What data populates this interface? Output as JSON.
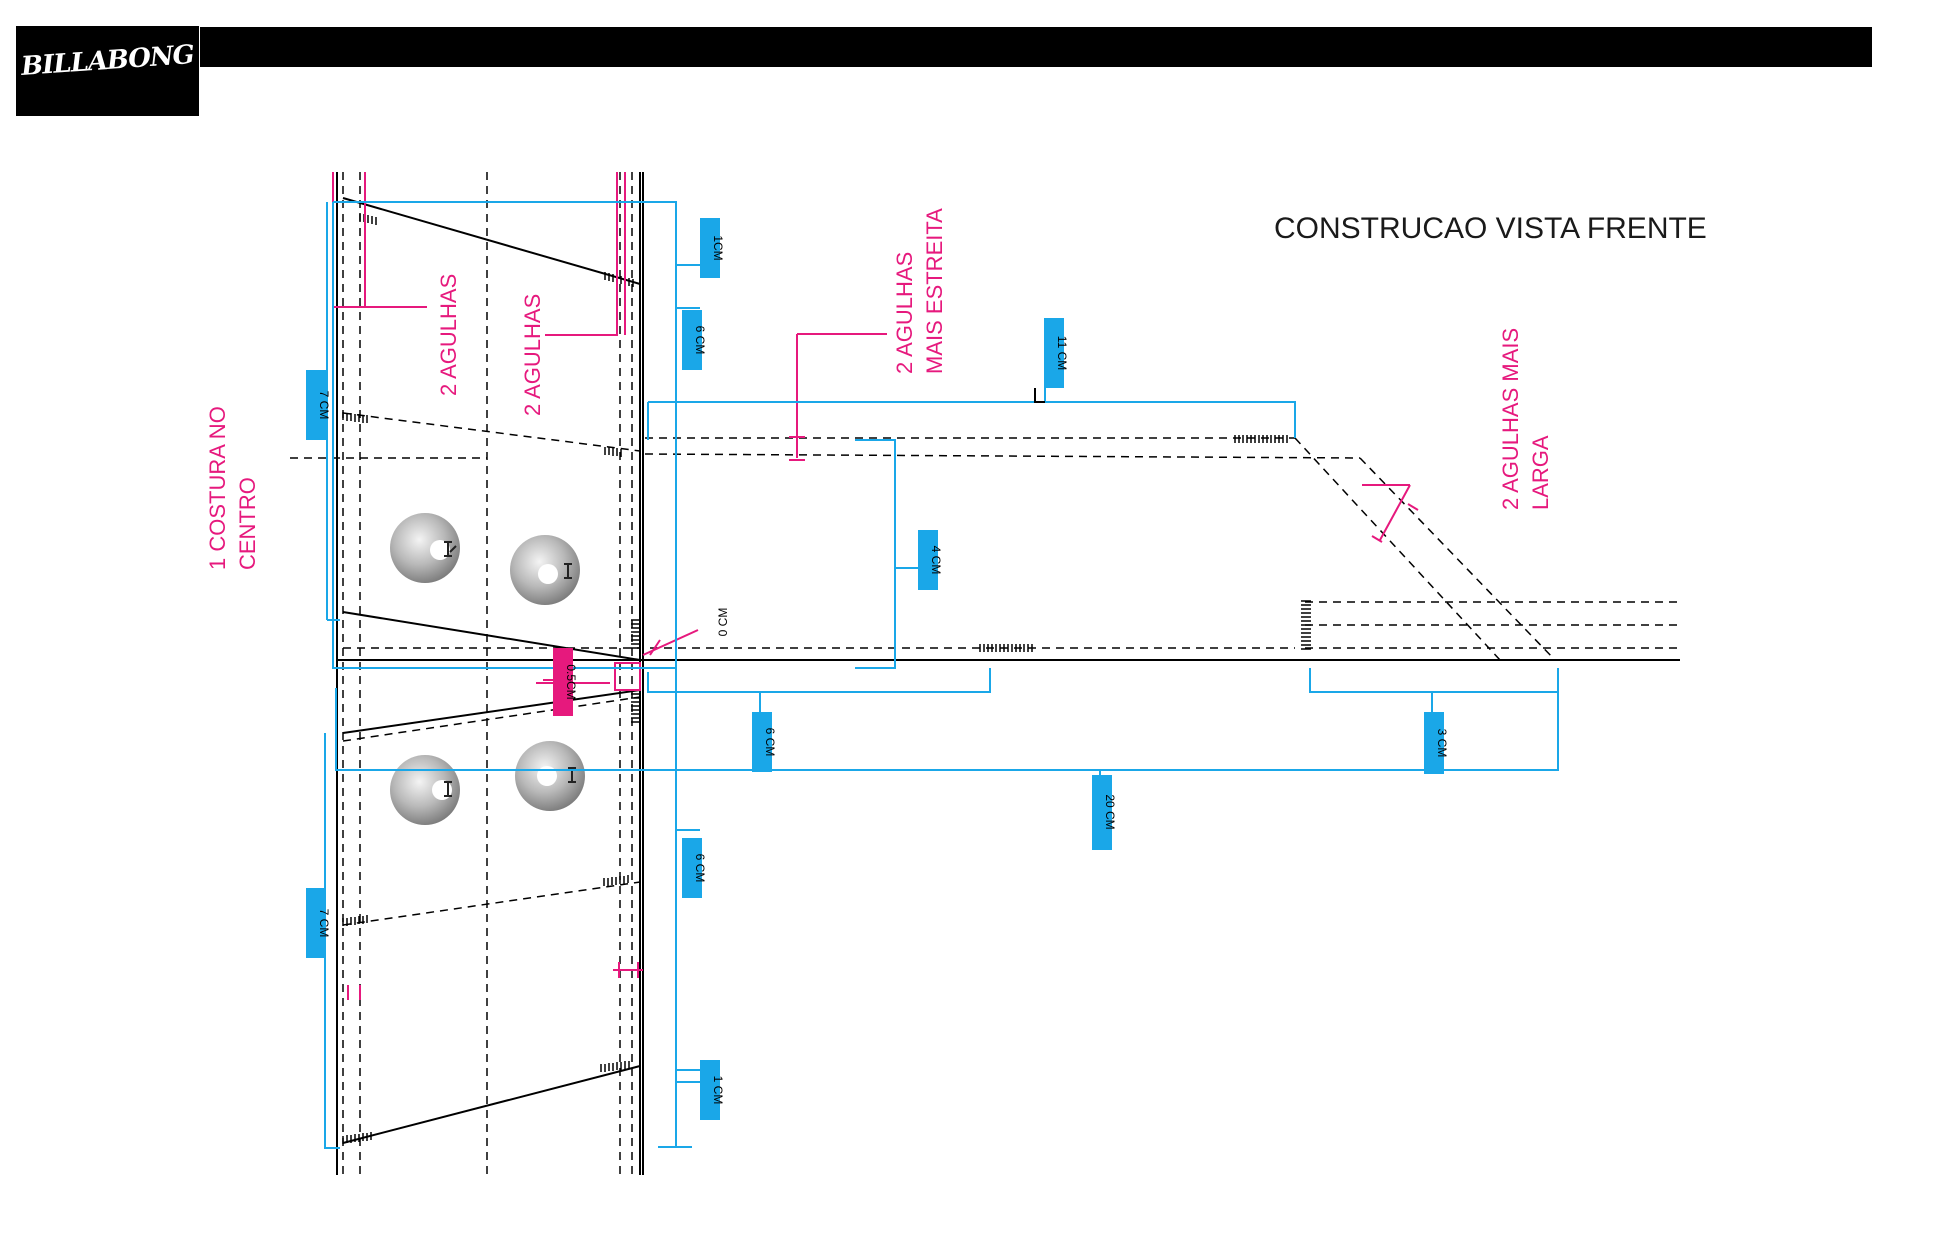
{
  "brand": {
    "logo_text": "BILLABONG"
  },
  "colors": {
    "cyan": "#1aa7e8",
    "pink": "#e6197d",
    "black": "#000000"
  },
  "diagram": {
    "title": "CONSTRUCAO VISTA FRENTE",
    "notes": {
      "costura_line1": "1 COSTURA  NO",
      "costura_line2": "CENTRO",
      "agulhas_a": "2 AGULHAS",
      "agulhas_b": "2 AGULHAS",
      "estreita_line1": "2 AGULHAS",
      "estreita_line2": "MAIS ESTREITA",
      "larga_line1": "2 AGULHAS MAIS",
      "larga_line2": "LARGA"
    },
    "measurements": {
      "m_1cm_top": "1CM",
      "m_6cm_top": "6 CM",
      "m_7cm_top": "7 CM",
      "m_11cm": "11 CM",
      "m_4cm": "4 CM",
      "m_0cm": "0 CM",
      "m_05cm": "0.5CM",
      "m_6cm_horizontal": "6 CM",
      "m_3cm": "3 CM",
      "m_20cm": "20 CM",
      "m_6cm_bottom": "6 CM",
      "m_7cm_bottom": "7 CM",
      "m_1cm_bottom": "1 CM"
    }
  }
}
